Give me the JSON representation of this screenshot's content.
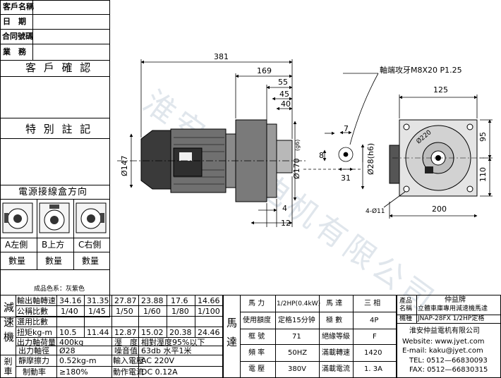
{
  "customer_block": {
    "name_label": "客戶名稱",
    "date_label": "日　期",
    "contract_label": "合同號碼",
    "business_label": "業　務",
    "confirm_label": "客 戶 確 認",
    "notes_label": "特 別 註 記",
    "junction_box_label": "電源接線盒方向",
    "sides": [
      {
        "label": "A左側",
        "qty_label": "數量"
      },
      {
        "label": "B上方",
        "qty_label": "數量"
      },
      {
        "label": "C右側",
        "qty_label": "數量"
      }
    ],
    "color_note": "成品色系：灰紫色"
  },
  "dimensions": {
    "total_length": "381",
    "body_length": "169",
    "shaft_55": "55",
    "shaft_45": "45",
    "shaft_40": "40",
    "dia_147": "Ø147",
    "dia_170": "Ø170",
    "dia_170_tol": "(g6)",
    "flange_4": "4",
    "flange_12": "12",
    "shaft_thread_note": "軸端攻牙M8X20 P1.25",
    "key_7": "7",
    "key_8": "8",
    "key_31": "31",
    "dia_28": "Ø28(h6)",
    "width_125": "125",
    "height_95": "95",
    "height_110": "110",
    "width_200": "200",
    "holes": "4-Ø11",
    "pcd_220": "Ø220"
  },
  "reducer_table": {
    "side_label": "減速機",
    "rows": [
      {
        "label": "輸出軸轉速",
        "values": [
          "34.16",
          "31.35",
          "27.87",
          "23.88",
          "17.6",
          "14.66"
        ]
      },
      {
        "label": "公稱比數",
        "values": [
          "1/40",
          "1/45",
          "1/50",
          "1/60",
          "1/80",
          "1/100"
        ]
      },
      {
        "label": "選用比數",
        "values": [
          "",
          "",
          "",
          "",
          "",
          ""
        ]
      },
      {
        "label": "扭矩kg-m",
        "values": [
          "10.5",
          "11.44",
          "12.87",
          "15.02",
          "20.38",
          "24.46"
        ]
      }
    ],
    "load_label": "出力軸荷量",
    "load_value": "400kg",
    "humidity_label": "溼　度",
    "humidity_value": "相對溼度95%以下",
    "shaft_dia_label": "出力軸徑",
    "shaft_dia_value": "Ø28",
    "noise_label": "噪音值",
    "noise_value": "63db 水平1米",
    "brake_side_label": "剎車",
    "friction_label": "靜摩擦力",
    "friction_value": "0.52kg-m",
    "input_voltage_label": "輸入電壓",
    "input_voltage_value": "AC 220V",
    "brake_rate_label": "制動率",
    "brake_rate_value": "≥180%",
    "action_current_label": "動作電流",
    "action_current_value": "DC 0.12A"
  },
  "motor_table": {
    "side_label": "馬達",
    "rows": [
      {
        "l1": "馬 力",
        "v1": "1/2HP(0.4kW)",
        "l2": "馬 達",
        "v2": "三 相"
      },
      {
        "l1": "使用額度",
        "v1": "定格15分钟",
        "l2": "極 數",
        "v2": "4P"
      },
      {
        "l1": "框 號",
        "v1": "71",
        "l2": "絕緣等級",
        "v2": "F"
      },
      {
        "l1": "頻 率",
        "v1": "50HZ",
        "l2": "滿載轉速",
        "v2": "1420"
      },
      {
        "l1": "電 壓",
        "v1": "380V",
        "l2": "滿載電流",
        "v2": "1. 3A"
      }
    ]
  },
  "product_block": {
    "product_label": "產品名稱",
    "product_value_1": "仲益牌",
    "product_value_2": "立體車庫專用減速機馬達",
    "model_label": "機種",
    "model_value": "JNAP-28FX  1/2HP定格",
    "company": "淮安仲益電机有限公司",
    "website": "Website: www.jyet.com",
    "email": "E-mail: kaku@jyet.com",
    "phone": "TEL: 0512—66830093",
    "fax": "FAX: 0512—66830315"
  },
  "watermark": "淮安仲益电机有限公司"
}
